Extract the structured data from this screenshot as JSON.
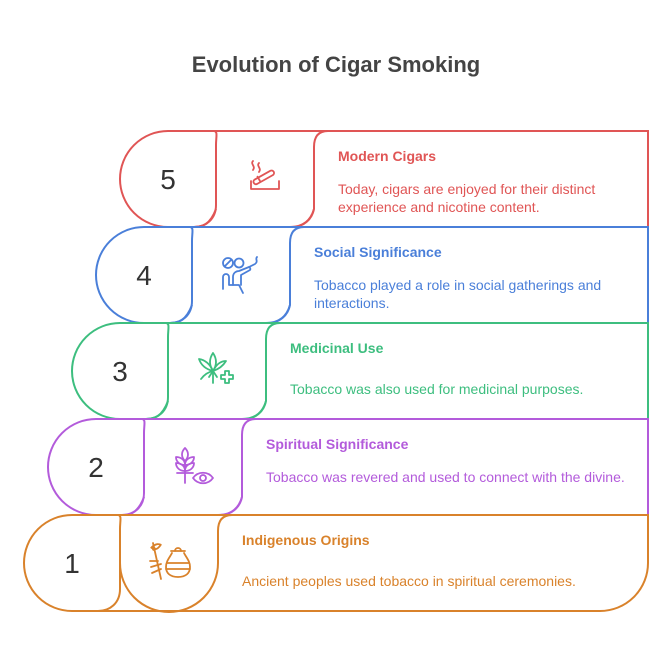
{
  "title": "Evolution of Cigar Smoking",
  "steps": [
    {
      "number": "5",
      "title": "Modern Cigars",
      "description": "Today, cigars are enjoyed for their distinct experience and nicotine content.",
      "icon": "cigarette-ashtray-icon",
      "color": "#E05555"
    },
    {
      "number": "4",
      "title": "Social Significance",
      "description": "Tobacco played a role in social gatherings and interactions.",
      "icon": "social-smoking-icon",
      "color": "#4A7FD9"
    },
    {
      "number": "3",
      "title": "Medicinal Use",
      "description": "Tobacco was also used for medicinal purposes.",
      "icon": "medicinal-leaf-icon",
      "color": "#3DBE7F"
    },
    {
      "number": "2",
      "title": "Spiritual Significance",
      "description": "Tobacco was revered and used to connect with the divine.",
      "icon": "plant-eye-icon",
      "color": "#B35BDB"
    },
    {
      "number": "1",
      "title": "Indigenous Origins",
      "description": "Ancient peoples used tobacco in spiritual ceremonies.",
      "icon": "leaf-pot-icon",
      "color": "#D9822B"
    }
  ]
}
